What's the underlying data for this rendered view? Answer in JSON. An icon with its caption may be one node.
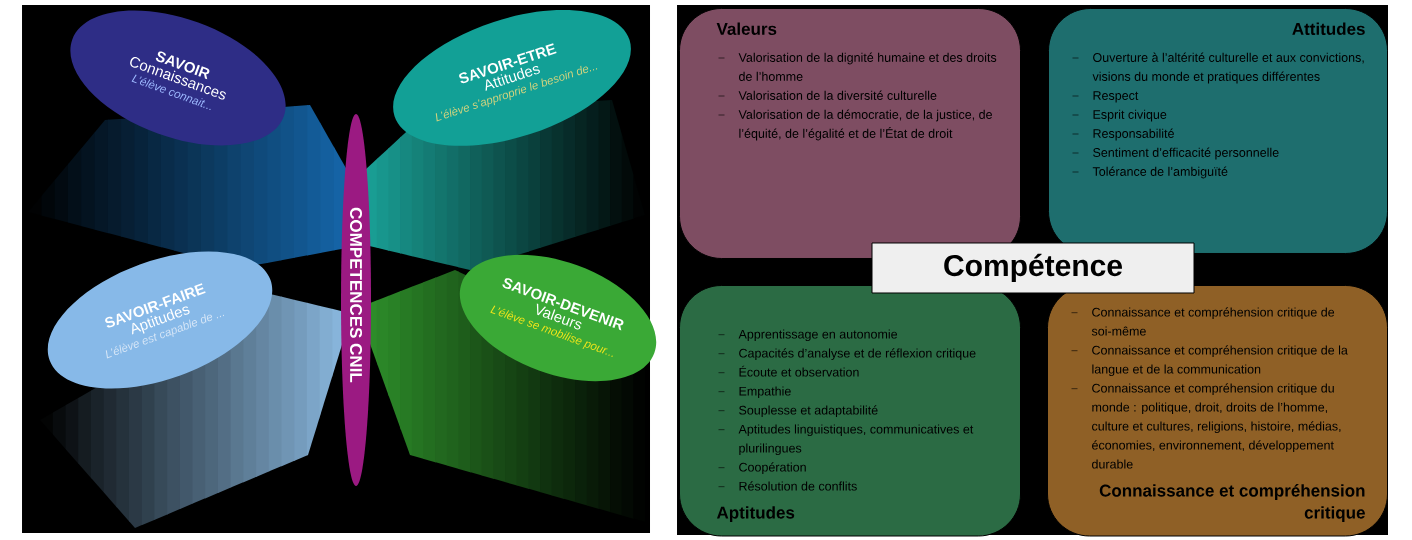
{
  "diagram": {
    "nodes": [
      {
        "text": [
          "SAVOIR",
          "Connaissances",
          "L’élève connait..."
        ]
      },
      {
        "text": [
          "SAVOIR-ETRE",
          "Attitudes",
          "L’élève s’approprie le besoin de..."
        ]
      },
      {
        "text": [
          "SAVOIR-FAIRE",
          "Aptitudes",
          "L’élève est capable de ..."
        ]
      },
      {
        "text": [
          "SAVOIR-DEVENIR",
          "Valeurs",
          "L’élève se mobilise pour..."
        ]
      },
      {
        "text": [
          "COMPETENCES CNIL"
        ]
      },
      {
        "text": [
          "Valeurs",
          "Valorisation de la dignité humaine et des droits de l’homme",
          "Valorisation de la diversité culturelle",
          "Valorisation de la démocratie, de la justice, de l’équité, de l’égalité et de l’État de droit"
        ]
      },
      {
        "text": [
          "Attitudes",
          "Ouverture à l’altérité culturelle et aux convictions, visions du monde et pratiques différentes",
          "Respect",
          "Esprit civique",
          "Responsabilité",
          "Sentiment d’efficacité personnelle",
          "Tolérance de l’ambiguïté"
        ]
      },
      {
        "text": [
          "Apprentissage en autonomie",
          "Capacités d’analyse et de réflexion critique",
          "Écoute et observation",
          "Empathie",
          "Souplesse et adaptabilité",
          "Aptitudes linguistiques, communicatives et plurilingues",
          "Coopération",
          "Résolution de conflits",
          "Aptitudes"
        ]
      },
      {
        "text": [
          "Connaissance et compréhension critique de soi-même",
          "Connaissance et compréhension critique de la langue et de la communication",
          "Connaissance et compréhension critique du monde : politique, droit, droits de l’homme, culture et cultures, religions, histoire, médias, économies, environnement, développement durable",
          "Connaissance et compréhension critique"
        ]
      },
      {
        "text": [
          "Compétence"
        ]
      }
    ]
  }
}
